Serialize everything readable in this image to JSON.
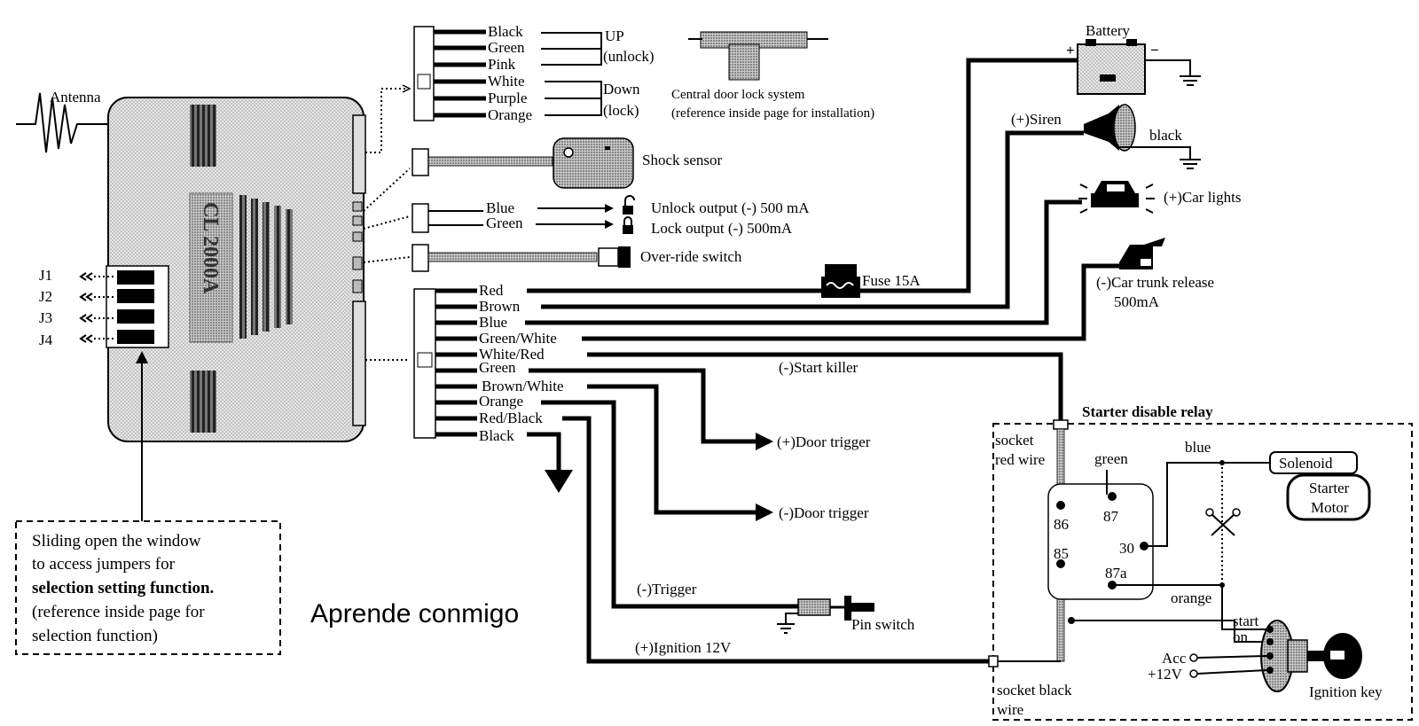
{
  "antenna": "Antenna",
  "unit_model": "CL 2000A",
  "jumpers": [
    "J1",
    "J2",
    "J3",
    "J4"
  ],
  "door_lock": {
    "wires": [
      "Black",
      "Green",
      "Pink",
      "White",
      "Purple",
      "Orange"
    ],
    "up_label": "UP",
    "up_sub": "(unlock)",
    "down_label": "Down",
    "down_sub": "(lock)",
    "system_title": "Central door lock system",
    "system_sub": "(reference inside page for installation)"
  },
  "shock_sensor": "Shock sensor",
  "lock_outputs": {
    "wires": [
      "Blue",
      "Green"
    ],
    "unlock": "Unlock output (-) 500 mA",
    "lock": "Lock output (-) 500mA"
  },
  "override": "Over-ride switch",
  "main_harness": [
    "Red",
    "Brown",
    "Blue",
    "Green/White",
    "White/Red",
    "Green",
    "Brown/White",
    "Orange",
    "Red/Black",
    "Black"
  ],
  "battery": "Battery",
  "battery_plus": "+",
  "battery_minus": "−",
  "siren": "(+)Siren",
  "siren_black": "black",
  "car_lights": "(+)Car lights",
  "fuse": "Fuse 15A",
  "trunk": "(-)Car trunk release",
  "trunk_ma": "500mA",
  "start_killer": "(-)Start killer",
  "relay": {
    "title": "Starter disable relay",
    "socket_red": [
      "socket",
      "red wire"
    ],
    "green": "green",
    "blue": "blue",
    "pins": [
      "86",
      "87",
      "30",
      "85",
      "87a"
    ],
    "orange": "orange",
    "socket_black": [
      "socket black",
      "wire"
    ]
  },
  "solenoid": "Solenoid",
  "starter_motor": [
    "Starter",
    "Motor"
  ],
  "start_on": [
    "start",
    "on"
  ],
  "acc": "Acc",
  "v12": "+12V",
  "ignition_key": "Ignition key",
  "door_trigger_pos": "(+)Door trigger",
  "door_trigger_neg": "(-)Door trigger",
  "trigger": "(-)Trigger",
  "pin_switch": "Pin switch",
  "ignition": "(+)Ignition 12V",
  "note": [
    "Sliding open the window",
    "to access jumpers for",
    "selection setting function.",
    "(reference inside page for",
    "selection function)"
  ],
  "watermark": "Aprende conmigo"
}
